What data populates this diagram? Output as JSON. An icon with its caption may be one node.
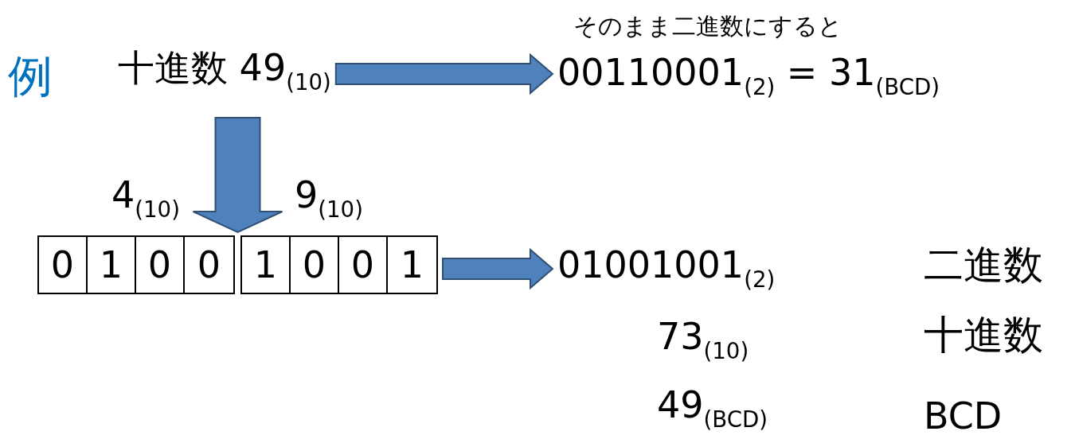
{
  "diagram": {
    "nodes": [
      {
        "text": [
          "十進数 49$_{(10)}$"
        ]
      },
      {
        "text": [
          "00110001$_{(2)}$ = 31$_{(BCD)}$"
        ],
        "beside": [
          "そのまま二進数にすると"
        ]
      },
      {
        "text": [],
        "shape": "box",
        "beside": [
          "4$_{(10)}$"
        ]
      },
      {
        "text": [
          "0"
        ],
        "in": 2
      },
      {
        "text": [
          "1"
        ],
        "in": 2
      },
      {
        "text": [
          "0"
        ],
        "in": 2
      },
      {
        "text": [
          "0"
        ],
        "in": 2
      },
      {
        "text": [],
        "shape": "box",
        "beside": [
          "9$_{(10)}$"
        ]
      },
      {
        "text": [
          "1"
        ],
        "in": 7
      },
      {
        "text": [
          "0"
        ],
        "in": 7
      },
      {
        "text": [
          "0"
        ],
        "in": 7
      },
      {
        "text": [
          "1"
        ],
        "in": 7
      },
      {
        "text": [
          "01001001$_{(2)}$"
        ]
      }
    ],
    "edges": [
      {
        "from": 0,
        "to": 1,
        "arrow": "to"
      },
      {
        "from": 0,
        "to": 2,
        "arrow": "to"
      },
      {
        "from": 0,
        "to": 7,
        "arrow": "to"
      },
      {
        "from": 7,
        "to": 12,
        "arrow": "to"
      }
    ],
    "labels": [
      "例",
      "二進数",
      "73$_{(10)}$",
      "十進数",
      "49$_{(BCD)}$",
      "BCD"
    ]
  }
}
